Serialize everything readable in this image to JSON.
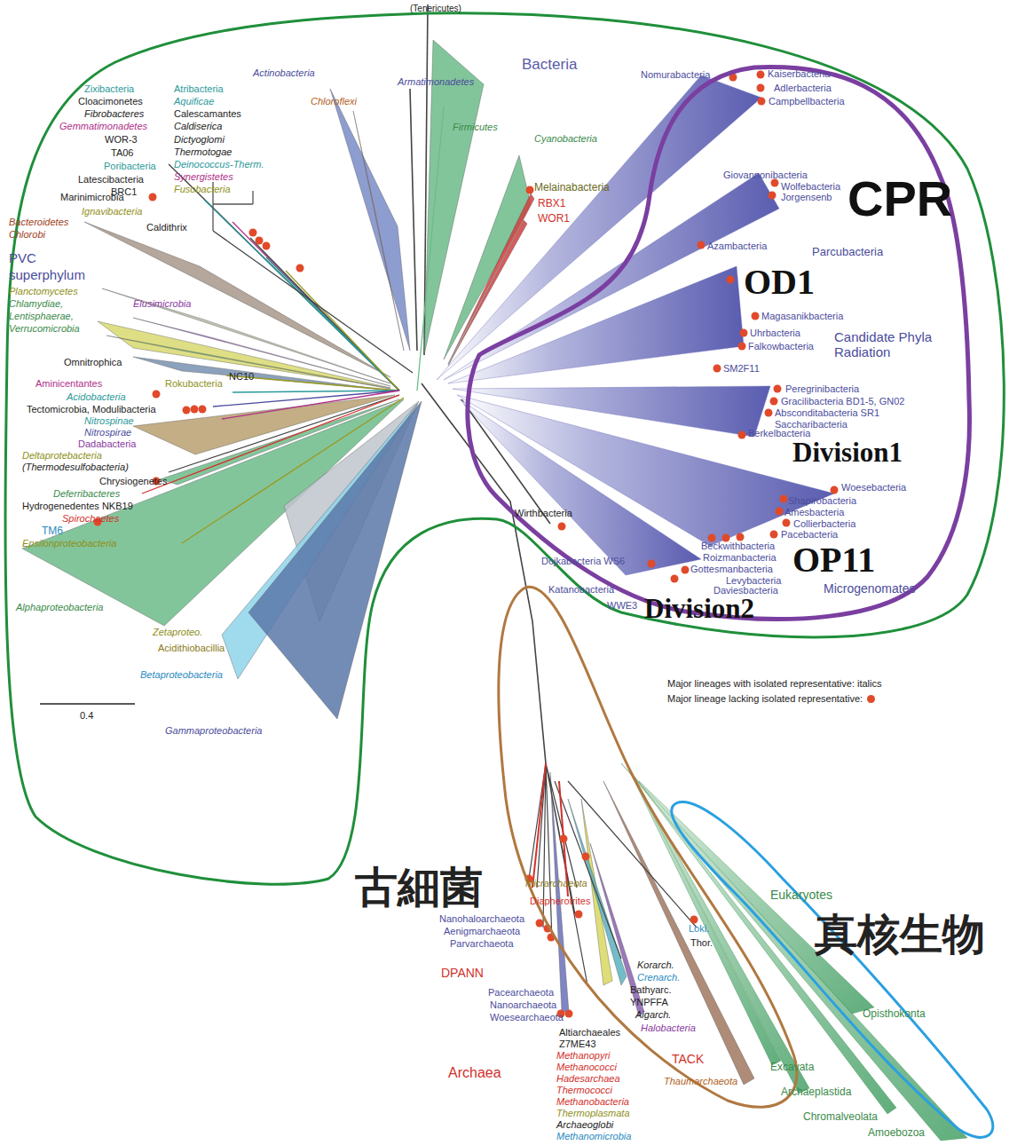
{
  "diagram": {
    "nodes": [
      {
        "text": [
          "Bacteria"
        ]
      },
      {
        "text": [
          "CPR",
          "OD1",
          "Division1",
          "OP11",
          "Division2"
        ],
        "in": 0
      },
      {
        "text": [
          "古細菌"
        ]
      },
      {
        "text": [
          "真核生物"
        ]
      }
    ],
    "labels": [
      "(Tenericutes)",
      "Armatimonadetes",
      "Actinobacteria",
      "Chloroflexi",
      "Firmicutes",
      "Cyanobacteria",
      "Melainabacteria",
      "RBX1",
      "WOR1",
      "Zixibacteria",
      "Cloacimonetes",
      "Fibrobacteres",
      "Gemmatimonadetes",
      "WOR-3",
      "TA06",
      "Poribacteria",
      "Latescibacteria",
      "BRC1",
      "Atribacteria",
      "Aquificae",
      "Calescamantes",
      "Caldiserica",
      "Dictyoglomi",
      "Thermotogae",
      "Deinococcus-Therm.",
      "Synergistetes",
      "Fusobacteria",
      "Marinimicrobia",
      "Bacteroidetes",
      "Chlorobi",
      "Ignavibacteria",
      "Caldithrix",
      "PVC",
      "superphylum",
      "Planctomycetes",
      "Chlamydiae,",
      "Lentisphaerae,",
      "Verrucomicrobia",
      "Elusimicrobia",
      "Omnitrophica",
      "Aminicentantes",
      "Rokubacteria",
      "NC10",
      "Acidobacteria",
      "Tectomicrobia, Modulibacteria",
      "Nitrospinae",
      "Nitrospirae",
      "Dadabacteria",
      "Deltaprotebacteria",
      "(Thermodesulfobacteria)",
      "Chrysiogenetes",
      "Deferribacteres",
      "Hydrogenedentes NKB19",
      "Spirochaetes",
      "TM6",
      "Epsilonproteobacteria",
      "Alphaproteobacteria",
      "Zetaproteo.",
      "Acidithiobacillia",
      "Betaproteobacteria",
      "Gammaproteobacteria",
      "0.4",
      "Nomurabacteria",
      "Kaiserbacteria",
      "Adlerbacteria",
      "Campbellbacteria",
      "Giovannonibacteria",
      "Wolfebacteria",
      "Jorgensenb",
      "Azambacteria",
      "Parcubacteria",
      "Magasanikbacteria",
      "Uhrbacteria",
      "Falkowbacteria",
      "Candidate Phyla Radiation",
      "SM2F11",
      "Peregrinibacteria",
      "Gracilibacteria BD1-5, GN02",
      "Absconditabacteria SR1",
      "Saccharibacteria",
      "Berkelbacteria",
      "Woesebacteria",
      "Shapirobacteria",
      "Amesbacteria",
      "Collierbacteria",
      "Pacebacteria",
      "Beckwithbacteria",
      "Roizmanbacteria",
      "Gottesmanbacteria",
      "Levybacteria",
      "Daviesbacteria",
      "Microgenomates",
      "Wirthbacteria",
      "Dojkabacteria WS6",
      "Katanobacteria",
      "WWE3",
      "Micrarchaeota",
      "Diapherotrites",
      "Nanohaloarchaeota",
      "Aenigmarchaeota",
      "Parvarchaeota",
      "DPANN",
      "Pacearchaeota",
      "Nanoarchaeota",
      "Woesearchaeota",
      "Altiarchaeales",
      "Z7ME43",
      "Methanopyri",
      "Methanococci",
      "Hadesarchaea",
      "Thermococci",
      "Methanobacteria",
      "Thermoplasmata",
      "Archaeoglobi",
      "Methanomicrobia",
      "Archaea",
      "Korarch.",
      "Crenarch.",
      "Bathyarc.",
      "YNPFFA",
      "Aigarch.",
      "Halobacteria",
      "TACK",
      "Thaumarchaeota",
      "Loki.",
      "Thor.",
      "Eukaryotes",
      "Opisthokonta",
      "Excavata",
      "Archaeplastida",
      "Chromalveolata",
      "Amoebozoa"
    ],
    "legend": [
      {
        "text": "Major lineages with isolated representative: italics"
      },
      {
        "text": "Major lineage lacking isolated representative:",
        "color": "#e04a2a"
      }
    ]
  }
}
